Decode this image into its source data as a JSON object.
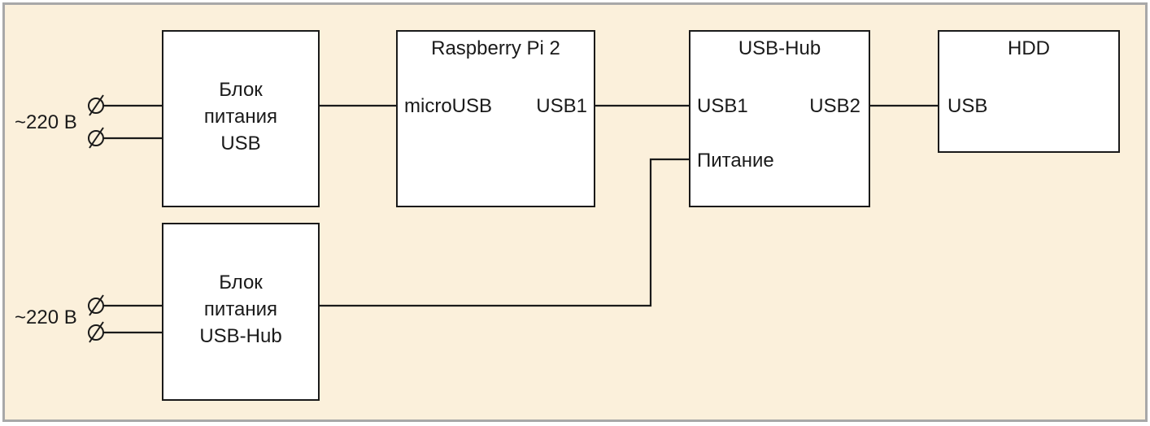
{
  "colors": {
    "background": "#fbf0db",
    "border": "#a8a8a8",
    "line": "#1a1a1a",
    "box_fill": "#ffffff"
  },
  "psu_usb": {
    "title_lines": [
      "Блок",
      "питания",
      "USB"
    ]
  },
  "psu_hub": {
    "title_lines": [
      "Блок",
      "питания",
      "USB-Hub"
    ]
  },
  "raspberry": {
    "title": "Raspberry Pi 2",
    "port_in": "microUSB",
    "port_out": "USB1"
  },
  "hub": {
    "title": "USB-Hub",
    "port_in": "USB1",
    "port_out": "USB2",
    "power": "Питание"
  },
  "hdd": {
    "title": "HDD",
    "port": "USB"
  },
  "mains": {
    "top_label": "~220 В",
    "bottom_label": "~220 В",
    "terminal_icon": "circle-slash-terminal-icon"
  }
}
